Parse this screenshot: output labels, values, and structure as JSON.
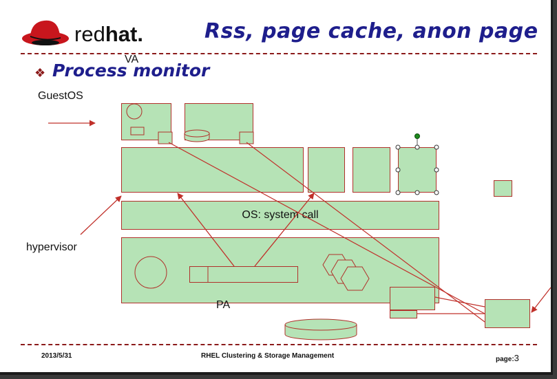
{
  "header": {
    "brand_regular": "red",
    "brand_bold": "hat.",
    "title": "Rss, page cache, anon page"
  },
  "content": {
    "bullet": "Process monitor",
    "label_va": "VA",
    "label_guestos": "GuestOS",
    "label_hypervisor": "hypervisor",
    "label_os_syscall": "OS: system call",
    "label_pa": "PA"
  },
  "footer": {
    "date": "2013/5/31",
    "center": "RHEL Clustering & Storage Management",
    "page_label": "page:",
    "page_number": "3"
  },
  "colors": {
    "title_blue": "#1e1e8c",
    "box_fill": "#b6e3b6",
    "box_border": "#b0302a",
    "arrow": "#c0302a",
    "logo_red": "#c8161d"
  }
}
